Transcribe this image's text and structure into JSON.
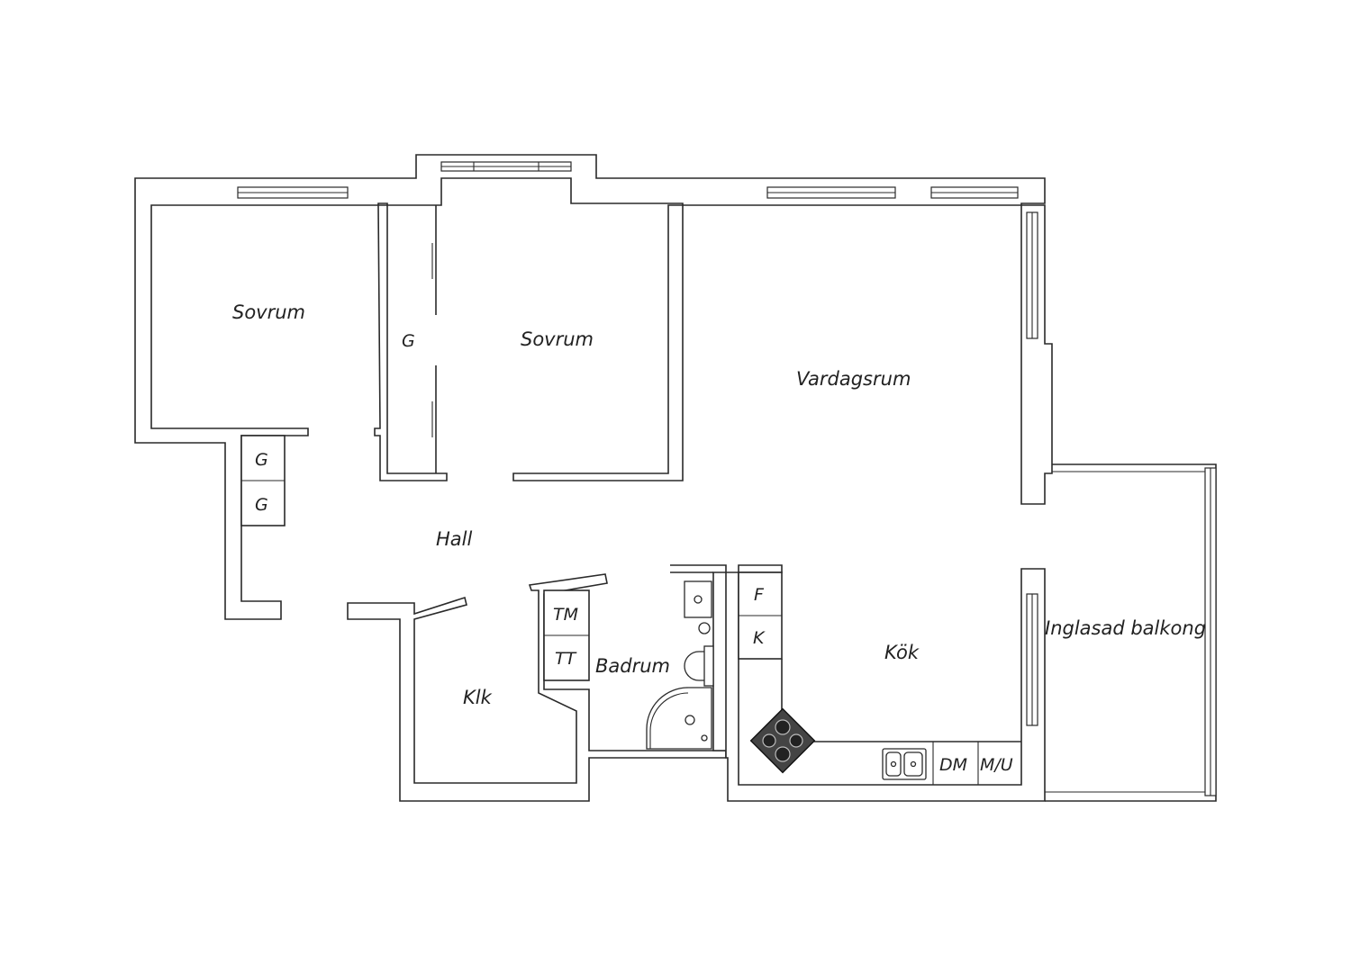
{
  "rooms": {
    "sovrum_1": "Sovrum",
    "sovrum_2": "Sovrum",
    "vardagsrum": "Vardagsrum",
    "hall": "Hall",
    "klk": "Klk",
    "badrum": "Badrum",
    "kok": "Kök",
    "inglasad_balkong": "Inglasad balkong"
  },
  "fixtures": {
    "garderob_sovrum": "G",
    "garderob_hall_1": "G",
    "garderob_hall_2": "G",
    "tvattmaskin": "TM",
    "torktumlare": "TT",
    "frys": "F",
    "kyl": "K",
    "diskmaskin": "DM",
    "mikro": "M/U"
  }
}
